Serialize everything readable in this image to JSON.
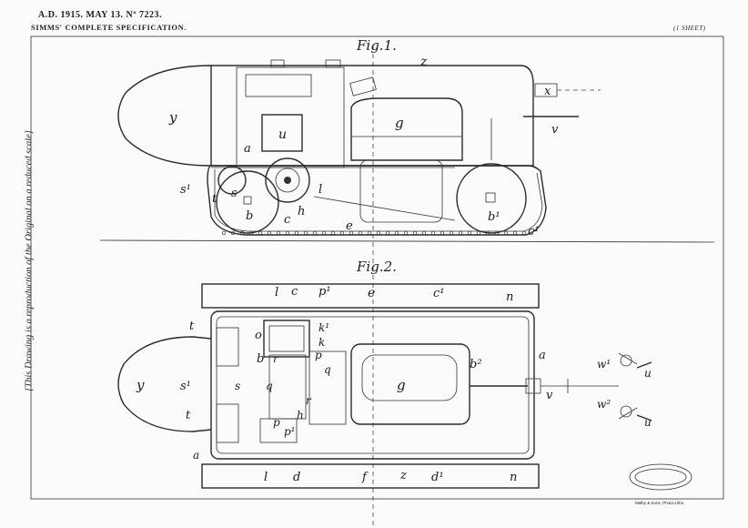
{
  "header": {
    "line1": "A.D. 1915. MAY 13. Nº 7223.",
    "line2": "SIMMS' COMPLETE SPECIFICATION.",
    "sheet": "(1 SHEET)"
  },
  "side_note": "[This Drawing is a reproduction of the Original on a reduced scale]",
  "figures": {
    "fig1_title": "Fig.1.",
    "fig2_title": "Fig.2."
  },
  "fig1_labels": {
    "z": "z",
    "x": "x",
    "y": "y",
    "g": "g",
    "u": "u",
    "v": "v",
    "a": "a",
    "s1": "s¹",
    "t": "t",
    "s": "s",
    "b": "b",
    "c": "c",
    "h": "h",
    "l": "l",
    "e": "e",
    "b1": "b¹",
    "c1": "c¹"
  },
  "fig2_labels": {
    "l_top": "l",
    "c": "c",
    "p1_top": "p¹",
    "e": "e",
    "c1": "c¹",
    "n_top": "n",
    "t_top": "t",
    "o": "o",
    "k1": "k¹",
    "k": "k",
    "b": "b",
    "r_top": "r",
    "p": "p",
    "q_right": "q",
    "b2": "b²",
    "a": "a",
    "y": "y",
    "s1": "s¹",
    "s": "s",
    "q_left": "q",
    "r_mid": "r",
    "g": "g",
    "v": "v",
    "t_bottom": "t",
    "h": "h",
    "p_bottom": "p",
    "p1_bottom": "p¹",
    "a_corner": "a",
    "l_bottom": "l",
    "d": "d",
    "f": "f",
    "z": "z",
    "d1": "d¹",
    "n_bottom": "n",
    "w1": "w¹",
    "u_top": "u",
    "w2": "w²",
    "u_bottom": "u"
  },
  "printer_note": "Malby & Sons, Photo-Litho."
}
